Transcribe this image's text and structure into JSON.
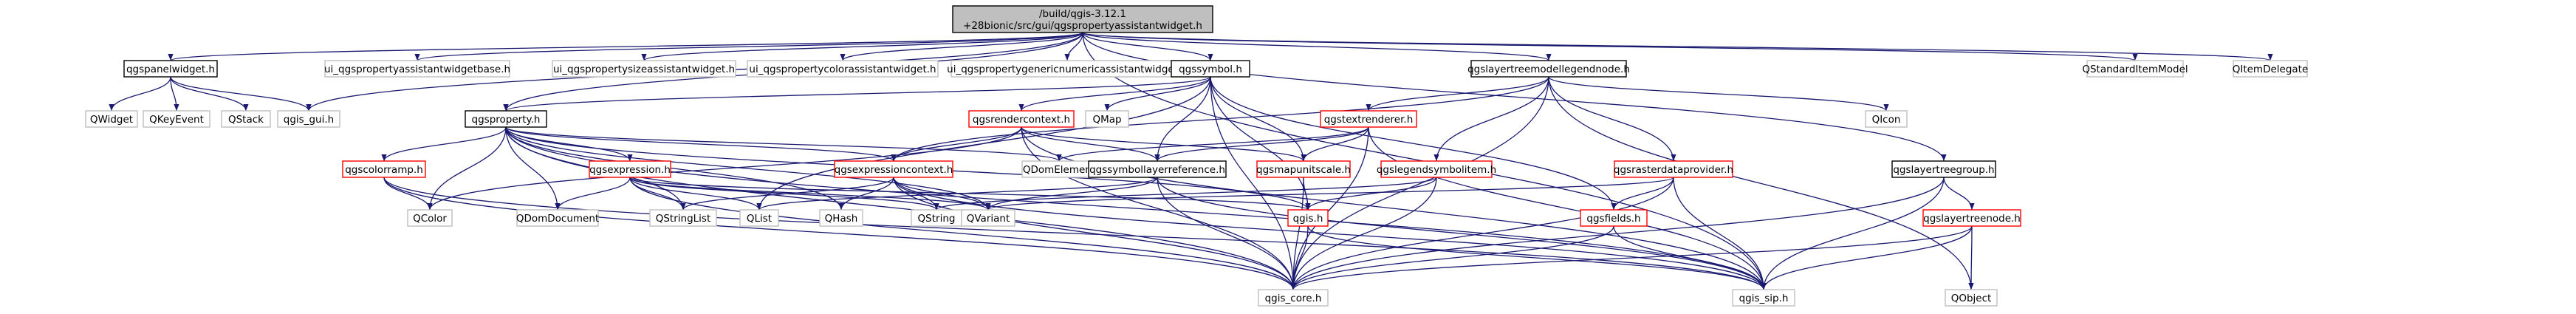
{
  "diagram": {
    "title": "",
    "colors": {
      "root_fill": "#bfbfbf",
      "root_border": "#000000",
      "node_border": "#000000",
      "node_fill": "#ffffff",
      "leaf_border": "#bfbfbf",
      "red_border": "#ff0000",
      "edge": "#191970"
    },
    "nodes": [
      {
        "id": "root",
        "lines": [
          "/build/qgis-3.12.1",
          "+28bionic/src/gui/qgspropertyassistantwidget.h"
        ],
        "style": "root"
      },
      {
        "id": "qgspanelwidget",
        "lines": [
          "qgspanelwidget.h"
        ],
        "style": "black"
      },
      {
        "id": "ui_base",
        "lines": [
          "ui_qgspropertyassistantwidgetbase.h"
        ],
        "style": "gray"
      },
      {
        "id": "ui_size",
        "lines": [
          "ui_qgspropertysizeassistantwidget.h"
        ],
        "style": "gray"
      },
      {
        "id": "ui_color",
        "lines": [
          "ui_qgspropertycolorassistantwidget.h"
        ],
        "style": "gray"
      },
      {
        "id": "ui_generic",
        "lines": [
          "ui_qgspropertygenericnumericassistantwidget.h"
        ],
        "style": "gray"
      },
      {
        "id": "qgssymbol",
        "lines": [
          "qgssymbol.h"
        ],
        "style": "black"
      },
      {
        "id": "qgslayertreemodellegendnode",
        "lines": [
          "qgslayertreemodellegendnode.h"
        ],
        "style": "black"
      },
      {
        "id": "QStandardItemModel",
        "lines": [
          "QStandardItemModel"
        ],
        "style": "gray"
      },
      {
        "id": "QItemDelegate",
        "lines": [
          "QItemDelegate"
        ],
        "style": "gray"
      },
      {
        "id": "QWidget",
        "lines": [
          "QWidget"
        ],
        "style": "gray"
      },
      {
        "id": "QKeyEvent",
        "lines": [
          "QKeyEvent"
        ],
        "style": "gray"
      },
      {
        "id": "QStack",
        "lines": [
          "QStack"
        ],
        "style": "gray"
      },
      {
        "id": "qgis_gui",
        "lines": [
          "qgis_gui.h"
        ],
        "style": "gray"
      },
      {
        "id": "qgsproperty",
        "lines": [
          "qgsproperty.h"
        ],
        "style": "black"
      },
      {
        "id": "qgsrendercontext",
        "lines": [
          "qgsrendercontext.h"
        ],
        "style": "red"
      },
      {
        "id": "QMap",
        "lines": [
          "QMap"
        ],
        "style": "gray"
      },
      {
        "id": "qgstextrenderer",
        "lines": [
          "qgstextrenderer.h"
        ],
        "style": "red"
      },
      {
        "id": "QIcon",
        "lines": [
          "QIcon"
        ],
        "style": "gray"
      },
      {
        "id": "qgslayertreegroup",
        "lines": [
          "qgslayertreegroup.h"
        ],
        "style": "black"
      },
      {
        "id": "qgscolorramp",
        "lines": [
          "qgscolorramp.h"
        ],
        "style": "red"
      },
      {
        "id": "qgsexpression",
        "lines": [
          "qgsexpression.h"
        ],
        "style": "red"
      },
      {
        "id": "qgsexpressioncontext",
        "lines": [
          "qgsexpressioncontext.h"
        ],
        "style": "red"
      },
      {
        "id": "QDomElement",
        "lines": [
          "QDomElement"
        ],
        "style": "gray"
      },
      {
        "id": "qgssymbollayerreference",
        "lines": [
          "qgssymbollayerreference.h"
        ],
        "style": "black"
      },
      {
        "id": "qgsmapunitscale",
        "lines": [
          "qgsmapunitscale.h"
        ],
        "style": "red"
      },
      {
        "id": "qgslegendsymbolitem",
        "lines": [
          "qgslegendsymbolitem.h"
        ],
        "style": "red"
      },
      {
        "id": "qgsrasterdataprovider",
        "lines": [
          "qgsrasterdataprovider.h"
        ],
        "style": "red"
      },
      {
        "id": "qgslayertreenode",
        "lines": [
          "qgslayertreenode.h"
        ],
        "style": "red"
      },
      {
        "id": "QColor",
        "lines": [
          "QColor"
        ],
        "style": "gray"
      },
      {
        "id": "QDomDocument",
        "lines": [
          "QDomDocument"
        ],
        "style": "gray"
      },
      {
        "id": "QStringList",
        "lines": [
          "QStringList"
        ],
        "style": "gray"
      },
      {
        "id": "QList",
        "lines": [
          "QList"
        ],
        "style": "gray"
      },
      {
        "id": "QHash",
        "lines": [
          "QHash"
        ],
        "style": "gray"
      },
      {
        "id": "QString",
        "lines": [
          "QString"
        ],
        "style": "gray"
      },
      {
        "id": "QVariant",
        "lines": [
          "QVariant"
        ],
        "style": "gray"
      },
      {
        "id": "qgis",
        "lines": [
          "qgis.h"
        ],
        "style": "red"
      },
      {
        "id": "qgsfields",
        "lines": [
          "qgsfields.h"
        ],
        "style": "red"
      },
      {
        "id": "qgis_core",
        "lines": [
          "qgis_core.h"
        ],
        "style": "gray"
      },
      {
        "id": "qgis_sip",
        "lines": [
          "qgis_sip.h"
        ],
        "style": "gray"
      },
      {
        "id": "QObject",
        "lines": [
          "QObject"
        ],
        "style": "gray"
      }
    ],
    "edges": [
      [
        "root",
        "qgspanelwidget"
      ],
      [
        "root",
        "ui_base"
      ],
      [
        "root",
        "ui_size"
      ],
      [
        "root",
        "ui_color"
      ],
      [
        "root",
        "ui_generic"
      ],
      [
        "root",
        "qgssymbol"
      ],
      [
        "root",
        "qgslayertreemodellegendnode"
      ],
      [
        "root",
        "QStandardItemModel"
      ],
      [
        "root",
        "QItemDelegate"
      ],
      [
        "root",
        "qgis_gui"
      ],
      [
        "root",
        "qgsproperty"
      ],
      [
        "root",
        "qgis_sip"
      ],
      [
        "root",
        "qgslayertreegroup"
      ],
      [
        "qgspanelwidget",
        "QWidget"
      ],
      [
        "qgspanelwidget",
        "QKeyEvent"
      ],
      [
        "qgspanelwidget",
        "QStack"
      ],
      [
        "qgspanelwidget",
        "qgis_gui"
      ],
      [
        "qgssymbol",
        "qgsproperty"
      ],
      [
        "qgssymbol",
        "qgsrendercontext"
      ],
      [
        "qgssymbol",
        "QMap"
      ],
      [
        "qgssymbol",
        "qgis_core"
      ],
      [
        "qgssymbol",
        "qgssymbollayerreference"
      ],
      [
        "qgssymbol",
        "qgsmapunitscale"
      ],
      [
        "qgssymbol",
        "qgis"
      ],
      [
        "qgssymbol",
        "qgsfields"
      ],
      [
        "qgssymbol",
        "QList"
      ],
      [
        "qgslayertreemodellegendnode",
        "qgstextrenderer"
      ],
      [
        "qgslayertreemodellegendnode",
        "QIcon"
      ],
      [
        "qgslayertreemodellegendnode",
        "qgslegendsymbolitem"
      ],
      [
        "qgslayertreemodellegendnode",
        "qgsrasterdataprovider"
      ],
      [
        "qgslayertreemodellegendnode",
        "qgsexpressioncontext"
      ],
      [
        "qgslayertreemodellegendnode",
        "qgis_core"
      ],
      [
        "qgslayertreemodellegendnode",
        "QObject"
      ],
      [
        "qgsproperty",
        "qgscolorramp"
      ],
      [
        "qgsproperty",
        "qgsexpression"
      ],
      [
        "qgsproperty",
        "qgsexpressioncontext"
      ],
      [
        "qgsproperty",
        "QDomElement"
      ],
      [
        "qgsproperty",
        "QColor"
      ],
      [
        "qgsproperty",
        "QDomDocument"
      ],
      [
        "qgsproperty",
        "QVariant"
      ],
      [
        "qgsproperty",
        "qgis_core"
      ],
      [
        "qgsproperty",
        "qgis_sip"
      ],
      [
        "qgsproperty",
        "QStringList"
      ],
      [
        "qgsproperty",
        "QHash"
      ],
      [
        "qgsproperty",
        "qgis"
      ],
      [
        "qgsrendercontext",
        "qgsexpressioncontext"
      ],
      [
        "qgsrendercontext",
        "qgssymbollayerreference"
      ],
      [
        "qgsrendercontext",
        "qgsmapunitscale"
      ],
      [
        "qgsrendercontext",
        "QColor"
      ],
      [
        "qgsrendercontext",
        "qgis_core"
      ],
      [
        "qgsrendercontext",
        "qgis_sip"
      ],
      [
        "qgstextrenderer",
        "qgsmapunitscale"
      ],
      [
        "qgstextrenderer",
        "qgssymbollayerreference"
      ],
      [
        "qgstextrenderer",
        "qgis_core"
      ],
      [
        "qgstextrenderer",
        "qgis_sip"
      ],
      [
        "qgstextrenderer",
        "QDomElement"
      ],
      [
        "qgslayertreegroup",
        "qgslayertreenode"
      ],
      [
        "qgslayertreegroup",
        "qgis_core"
      ],
      [
        "qgslayertreegroup",
        "qgis_sip"
      ],
      [
        "qgscolorramp",
        "QColor"
      ],
      [
        "qgscolorramp",
        "qgis_core"
      ],
      [
        "qgscolorramp",
        "qgis_sip"
      ],
      [
        "qgsexpression",
        "QStringList"
      ],
      [
        "qgsexpression",
        "QDomDocument"
      ],
      [
        "qgsexpression",
        "QList"
      ],
      [
        "qgsexpression",
        "QString"
      ],
      [
        "qgsexpression",
        "QVariant"
      ],
      [
        "qgsexpression",
        "qgis"
      ],
      [
        "qgsexpression",
        "qgis_core"
      ],
      [
        "qgsexpressioncontext",
        "QHash"
      ],
      [
        "qgsexpressioncontext",
        "QString"
      ],
      [
        "qgsexpressioncontext",
        "QStringList"
      ],
      [
        "qgsexpressioncontext",
        "QVariant"
      ],
      [
        "qgsexpressioncontext",
        "qgis_core"
      ],
      [
        "qgsexpressioncontext",
        "qgis_sip"
      ],
      [
        "qgssymbollayerreference",
        "QList"
      ],
      [
        "qgssymbollayerreference",
        "QVariant"
      ],
      [
        "qgssymbollayerreference",
        "qgis_core"
      ],
      [
        "qgssymbollayerreference",
        "qgis_sip"
      ],
      [
        "qgsmapunitscale",
        "qgis"
      ],
      [
        "qgsmapunitscale",
        "qgis_core"
      ],
      [
        "qgslegendsymbolitem",
        "qgis"
      ],
      [
        "qgslegendsymbolitem",
        "qgis_core"
      ],
      [
        "qgslegendsymbolitem",
        "QString"
      ],
      [
        "qgsrasterdataprovider",
        "qgsfields"
      ],
      [
        "qgsrasterdataprovider",
        "qgis_core"
      ],
      [
        "qgsrasterdataprovider",
        "qgis_sip"
      ],
      [
        "qgsrasterdataprovider",
        "QVariant"
      ],
      [
        "qgslayertreenode",
        "qgis_core"
      ],
      [
        "qgslayertreenode",
        "qgis_sip"
      ],
      [
        "qgslayertreenode",
        "QObject"
      ],
      [
        "qgis",
        "qgis_core"
      ],
      [
        "qgis",
        "qgis_sip"
      ],
      [
        "qgsfields",
        "qgis_core"
      ],
      [
        "qgsfields",
        "qgis_sip"
      ]
    ]
  }
}
